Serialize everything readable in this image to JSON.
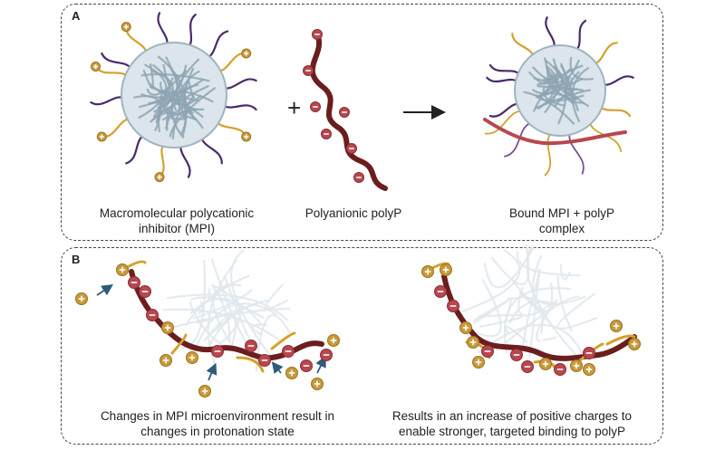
{
  "panel_a": {
    "letter": "A",
    "plus_sign": "+",
    "mpi_caption_line1": "Macromolecular polycationic",
    "mpi_caption_line2": "inhibitor (MPI)",
    "polyp_caption": "Polyanionic polyP",
    "complex_caption_line1": "Bound MPI + polyP",
    "complex_caption_line2": "complex"
  },
  "panel_b": {
    "letter": "B",
    "left_caption_line1": "Changes in MPI microenvironment result in",
    "left_caption_line2": "changes in protonation state",
    "right_caption_line1": "Results in an increase of positive charges to",
    "right_caption_line2": "enable stronger, targeted binding to polyP"
  },
  "colors": {
    "sphere": "#b9c9d3",
    "sphere_dark": "#8ea5b3",
    "purple_chain": "#4b2a6b",
    "gold_chain": "#d4a12a",
    "polyp": "#6b1e1e",
    "negative": "#b8474f",
    "positive": "#c99a3a",
    "arrow_blue": "#2e5b7a"
  },
  "icons": [
    "positive-charge-icon",
    "negative-charge-icon",
    "reaction-arrow-icon",
    "migration-arrow-icon"
  ]
}
